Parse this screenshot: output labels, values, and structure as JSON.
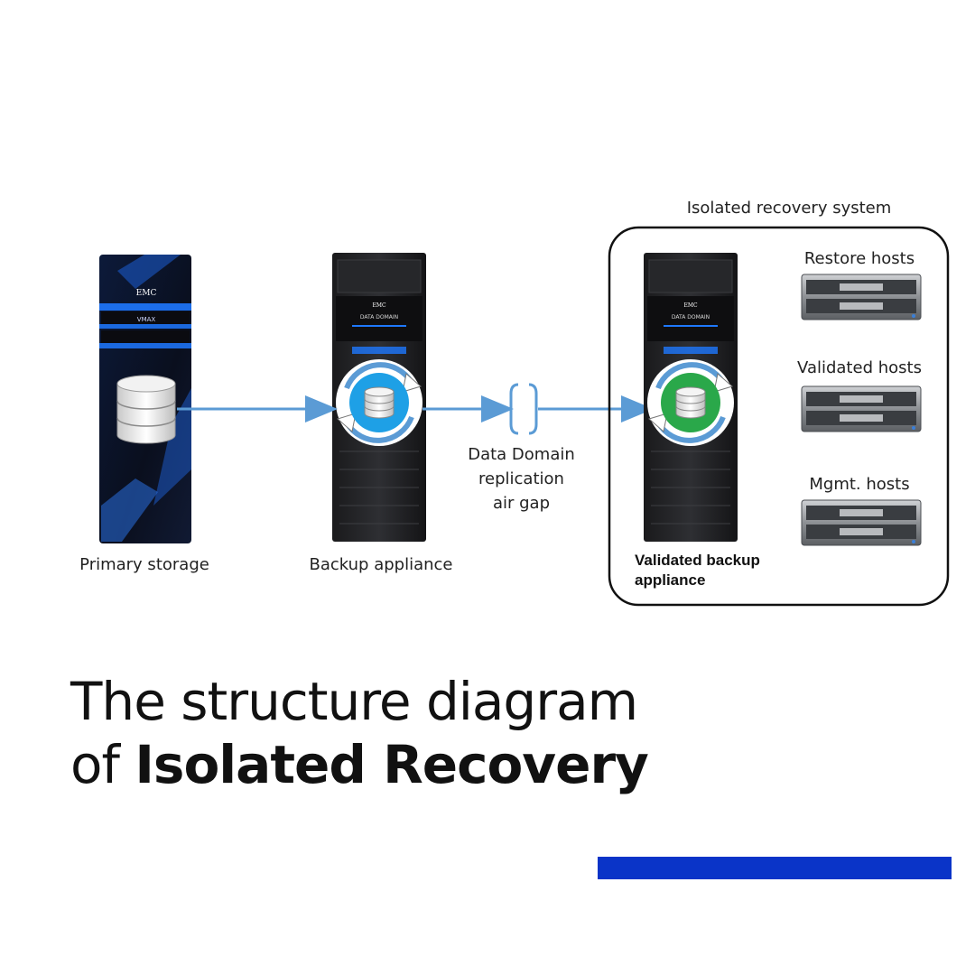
{
  "diagram": {
    "primary_storage": {
      "label": "Primary storage",
      "brand": "EMC",
      "model": "VMAX"
    },
    "backup_appliance": {
      "label": "Backup appliance",
      "brand": "EMC",
      "model": "DATA DOMAIN"
    },
    "air_gap": {
      "label_lines": [
        "Data Domain",
        "replication",
        "air gap"
      ]
    },
    "isolated_system": {
      "title": "Isolated recovery system",
      "validated_backup_label_lines": [
        "Validated backup",
        "appliance"
      ],
      "hosts": [
        {
          "label": "Restore hosts"
        },
        {
          "label": "Validated hosts"
        },
        {
          "label": "Mgmt. hosts"
        }
      ]
    }
  },
  "headline": {
    "line1": "The structure diagram",
    "line2_prefix": "of",
    "line2_bold": "Isolated Recovery"
  },
  "colors": {
    "arrow": "#5b9bd5",
    "primary_glow": "#1e78ff",
    "backup_disk_ring": "#1ea0e6",
    "validated_disk_ring": "#2aa84a",
    "accent_bar": "#0a34c8"
  }
}
